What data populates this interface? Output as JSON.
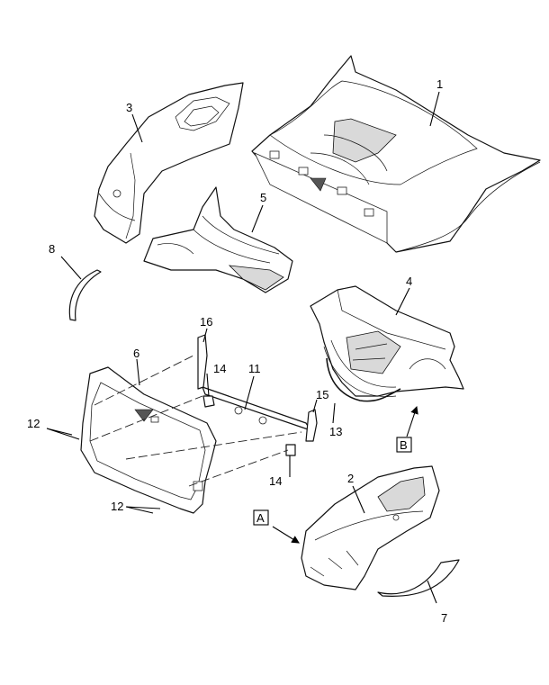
{
  "callouts": {
    "c1": "1",
    "c2": "2",
    "c3": "3",
    "c4": "4",
    "c5": "5",
    "c6": "6",
    "c7": "7",
    "c8": "8",
    "c11": "11",
    "c12a": "12",
    "c12b": "12",
    "c13": "13",
    "c14a": "14",
    "c14b": "14",
    "c15": "15",
    "c16": "16"
  },
  "view_labels": {
    "a": "A",
    "b": "B"
  },
  "colors": {
    "line": "#111111",
    "shade": "#d9d9d9",
    "background": "#ffffff"
  }
}
